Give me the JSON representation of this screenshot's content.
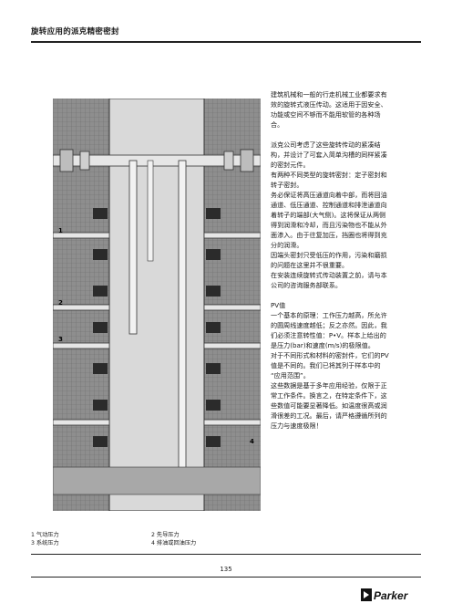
{
  "header": {
    "title": "旋转应用的派克精密密封"
  },
  "figure": {
    "callouts": [
      "1",
      "2",
      "3",
      "4"
    ]
  },
  "text": {
    "para1": [
      "建筑机械和一般的行走机械工业都要求有",
      "效的旋转式液压传动。这适用于因安全、",
      "功能或空间不够而不能用软管的各种场",
      "合。"
    ],
    "para2": [
      "派克公司考虑了这些旋转传动的紧凑结",
      "构，并设计了可套入简单沟槽的同样紧凑",
      "的密封元件。",
      "有两种不同类型的旋转密封：定子密封和",
      "转子密封。",
      "务必保证将高压通道向着中部，而将回油",
      "通道、低压通道、控制通道和排泄通道向",
      "着转子的端部(大气侧)。这将保证从两侧",
      "得到润滑和冷却，而且污染物也不能从外",
      "面渗入。由于往复加压，挡圈也将得到充",
      "分的润滑。",
      "因端头密封只受低压的作用，污染和磨损",
      "的问题在这里并不很重要。",
      "在安装连续旋转式传动装置之前，请与本",
      "公司的咨询服务部联系。"
    ],
    "para3": [
      "PV值",
      "一个基本的原理：工作压力越高，所允许",
      "的圆周线速度越低；反之亦然。因此，我",
      "们必须注意转性值：P•V。样本上给出的",
      "是压力(bar)和速度(m/s)的极限值。",
      "对于不同形式和材料的密封件，它们的PV",
      "值是不同的。我们已将其列于样本中的",
      "“应用范围”。",
      "这些数据是基于多年应用经验，仅限于正",
      "常工作条件。换言之，在特定条件下，这",
      "些数值可能要显著降低。如温度很高或润",
      "滑很差的工况。最后，请严格遵循所列的",
      "压力与速度极限！"
    ]
  },
  "captions": {
    "c1": "1 气动压力",
    "c2": "2 先导压力",
    "c3": "3 系统压力",
    "c4": "4 排油或回油压力"
  },
  "footer": {
    "page_number": "135",
    "logo": "Parker"
  }
}
